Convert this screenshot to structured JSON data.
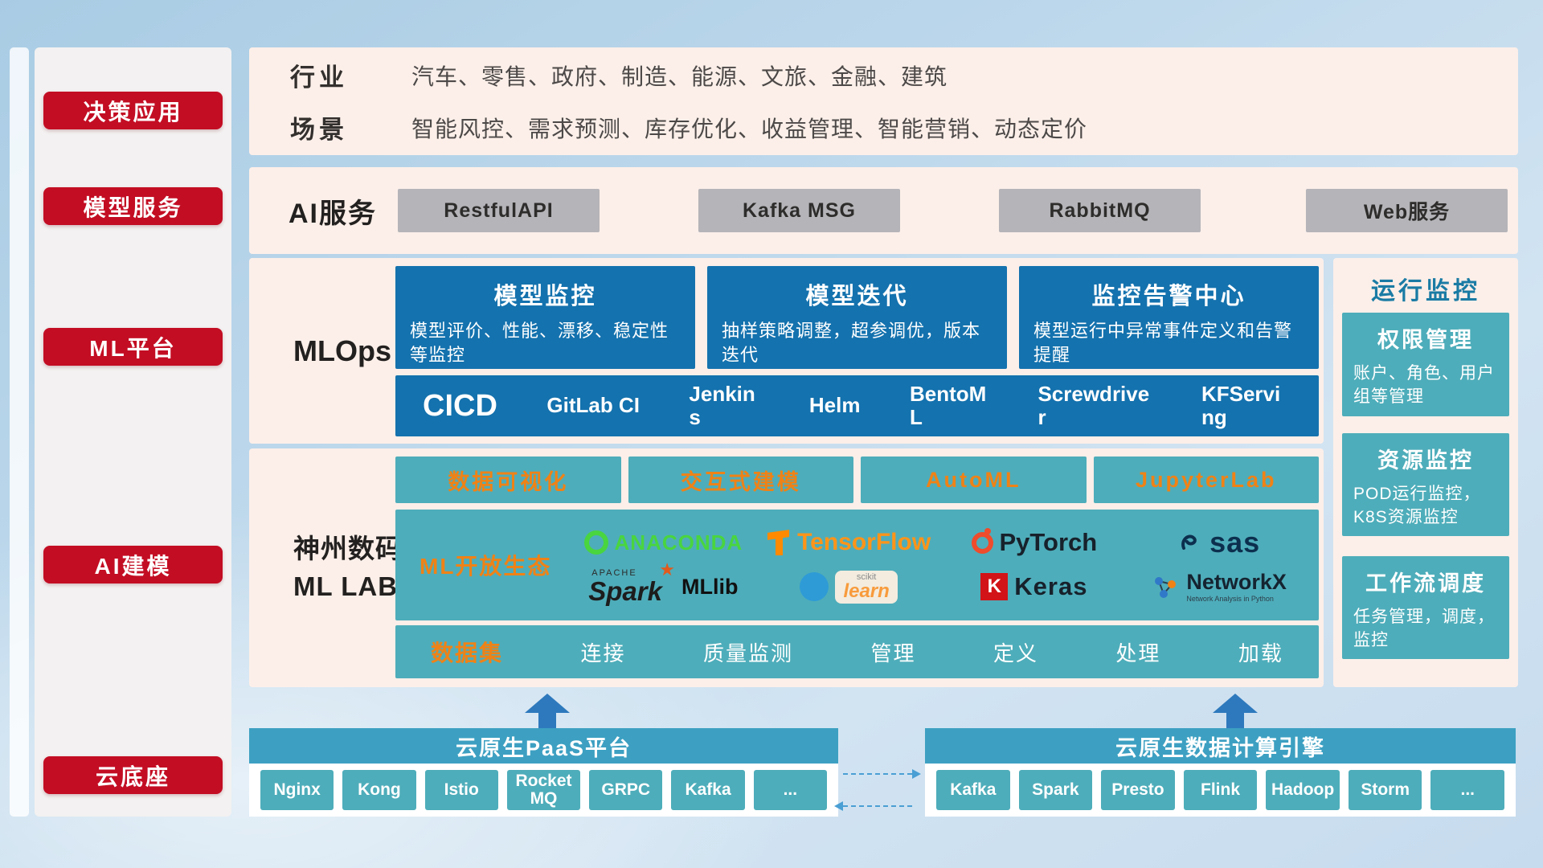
{
  "colors": {
    "accent_red": "#c30d23",
    "blue_card": "#1472ae",
    "teal": "#4eadba",
    "orange_text": "#ef8216",
    "pink_panel": "#fcefe9",
    "bottom_header_teal": "#3da0c2"
  },
  "sidebar": {
    "items": [
      {
        "label": "决策应用"
      },
      {
        "label": "模型服务"
      },
      {
        "label": "ML平台"
      },
      {
        "label": "AI建模"
      },
      {
        "label": "云底座"
      }
    ]
  },
  "industry": {
    "rows": [
      {
        "label": "行业",
        "value": "汽车、零售、政府、制造、能源、文旅、金融、建筑"
      },
      {
        "label": "场景",
        "value": "智能风控、需求预测、库存优化、收益管理、智能营销、动态定价"
      }
    ]
  },
  "ai_service": {
    "label": "AI服务",
    "items": [
      "RestfulAPI",
      "Kafka MSG",
      "RabbitMQ",
      "Web服务"
    ]
  },
  "mlops": {
    "label": "MLOps",
    "cards": [
      {
        "title": "模型监控",
        "desc": "模型评价、性能、漂移、稳定性等监控"
      },
      {
        "title": "模型迭代",
        "desc": "抽样策略调整，超参调优，版本迭代"
      },
      {
        "title": "监控告警中心",
        "desc": "模型运行中异常事件定义和告警提醒"
      }
    ],
    "cicd": {
      "label": "CICD",
      "items": [
        "GitLab CI",
        "Jenkins",
        "Helm",
        "BentoML",
        "Screwdriver",
        "KFServing"
      ]
    }
  },
  "mllab": {
    "label_line1": "神州数码",
    "label_line2": "ML LAB",
    "top_items": [
      "数据可视化",
      "交互式建模",
      "AutoML",
      "JupyterLab"
    ],
    "ecosystem": {
      "label": "ML开放生态",
      "logos": [
        {
          "name": "anaconda",
          "text": "ANACONDA"
        },
        {
          "name": "tensorflow",
          "text": "TensorFlow"
        },
        {
          "name": "pytorch",
          "text": "PyTorch"
        },
        {
          "name": "sas",
          "text": "sas"
        },
        {
          "name": "apache-spark-mllib",
          "brand": "APACHE",
          "text": "Spark",
          "suffix": "MLlib"
        },
        {
          "name": "scikit-learn",
          "brand": "scikit",
          "text": "learn"
        },
        {
          "name": "keras",
          "badge": "K",
          "text": "Keras"
        },
        {
          "name": "networkx",
          "text": "NetworkX",
          "caption": "Network Analysis in Python"
        }
      ]
    },
    "dataset": {
      "label": "数据集",
      "items": [
        "连接",
        "质量监测",
        "管理",
        "定义",
        "处理",
        "加载"
      ]
    }
  },
  "monitor": {
    "title": "运行监控",
    "cards": [
      {
        "title": "权限管理",
        "desc": "账户、角色、用户组等管理"
      },
      {
        "title": "资源监控",
        "desc": "POD运行监控，K8S资源监控"
      },
      {
        "title": "工作流调度",
        "desc": "任务管理，调度，监控"
      }
    ]
  },
  "cloud_base": {
    "paas": {
      "title": "云原生PaaS平台",
      "items": [
        "Nginx",
        "Kong",
        "Istio",
        "RocketMQ",
        "GRPC",
        "Kafka",
        "..."
      ]
    },
    "engine": {
      "title": "云原生数据计算引擎",
      "items": [
        "Kafka",
        "Spark",
        "Presto",
        "Flink",
        "Hadoop",
        "Storm",
        "..."
      ]
    }
  }
}
